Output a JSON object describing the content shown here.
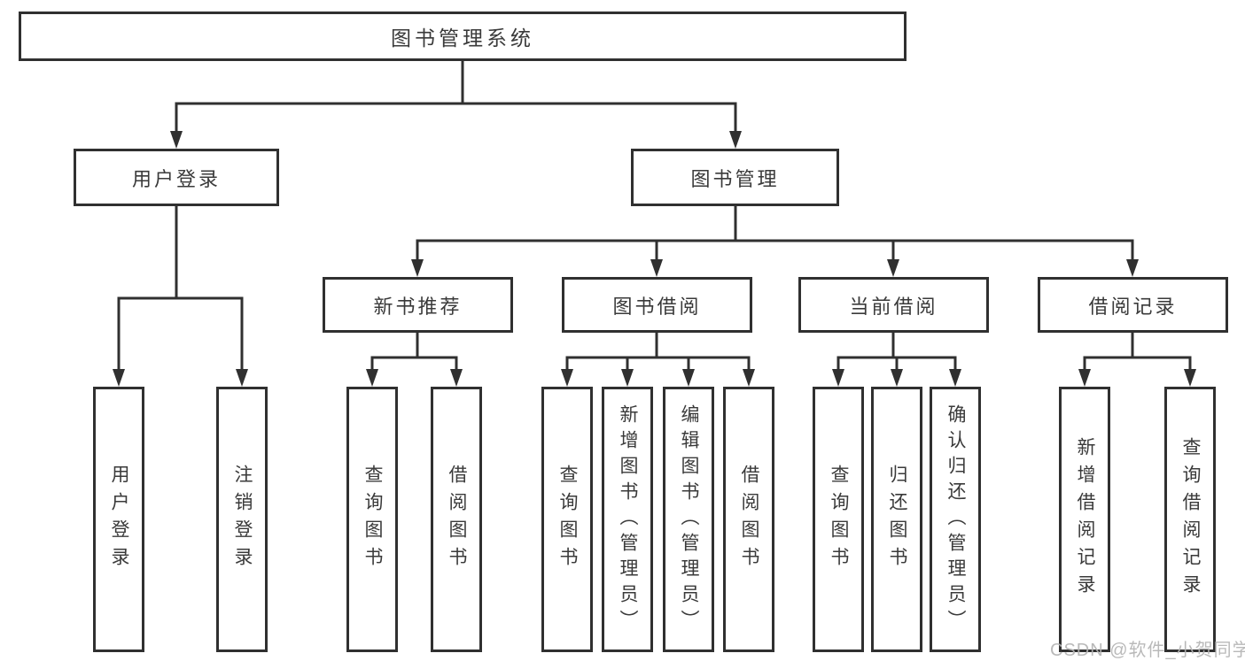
{
  "diagram": {
    "root": {
      "label": "图书管理系统"
    },
    "user_login": {
      "label": "用户登录",
      "children": [
        {
          "label": "用户登录"
        },
        {
          "label": "注销登录"
        }
      ]
    },
    "book_mgmt": {
      "label": "图书管理",
      "groups": [
        {
          "label": "新书推荐",
          "children": [
            {
              "label": "查询图书"
            },
            {
              "label": "借阅图书"
            }
          ]
        },
        {
          "label": "图书借阅",
          "children": [
            {
              "label": "查询图书"
            },
            {
              "label": "新增图书（管理员）"
            },
            {
              "label": "编辑图书（管理员）"
            },
            {
              "label": "借阅图书"
            }
          ]
        },
        {
          "label": "当前借阅",
          "children": [
            {
              "label": "查询图书"
            },
            {
              "label": "归还图书"
            },
            {
              "label": "确认归还（管理员）"
            }
          ]
        },
        {
          "label": "借阅记录",
          "children": [
            {
              "label": "新增借阅记录"
            },
            {
              "label": "查询借阅记录"
            }
          ]
        }
      ]
    }
  },
  "watermark": {
    "label": "CSDN @软件_小贺同学"
  },
  "colors": {
    "line": "#303030",
    "text": "#3a3a3a",
    "background": "#ffffff",
    "watermark": "#b4b4b4"
  }
}
